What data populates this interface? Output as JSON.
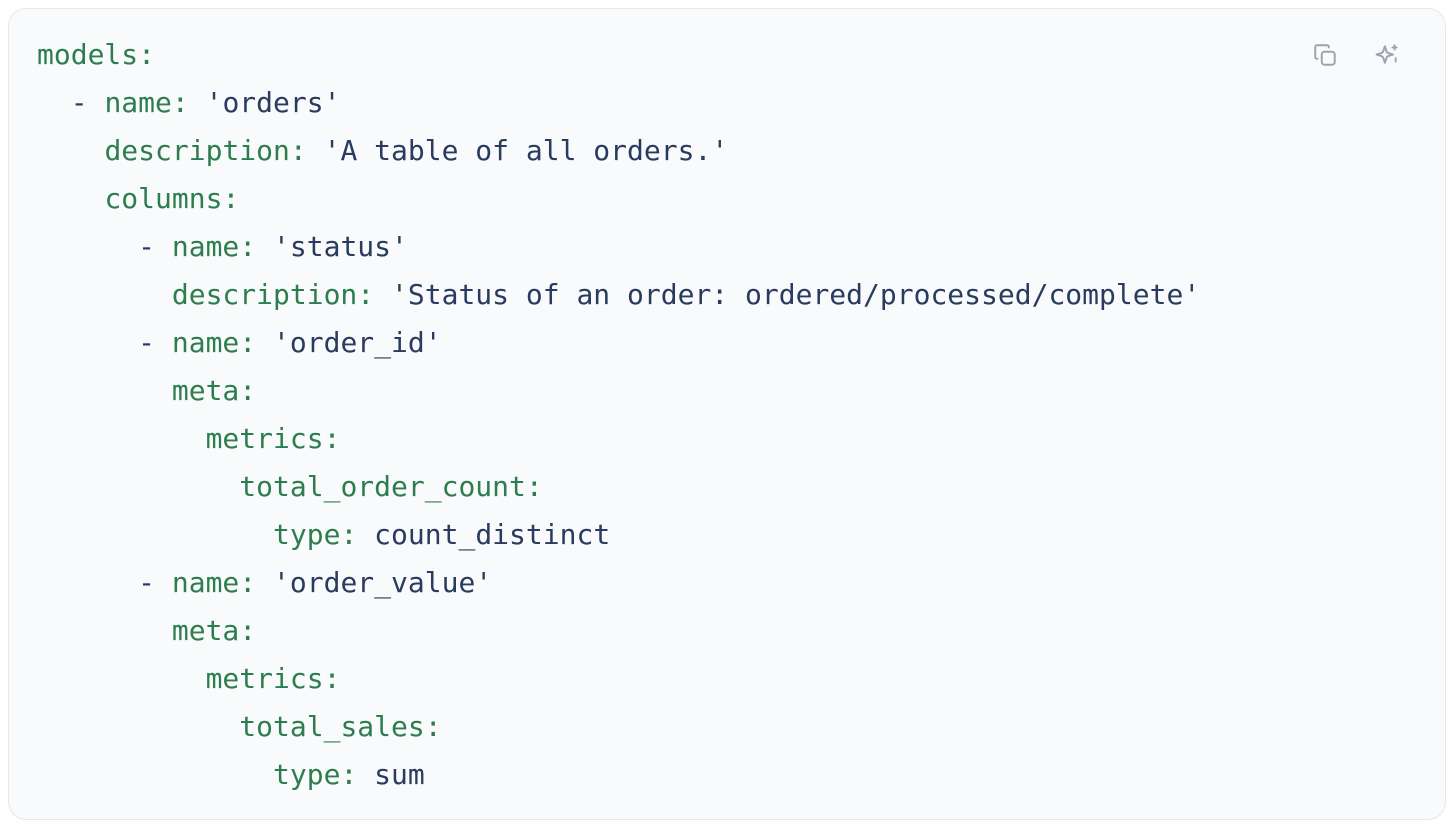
{
  "page": {
    "background": "#ffffff"
  },
  "card": {
    "background": "#f9fafb",
    "border_color": "#e5e7eb",
    "toolbar": {
      "copy_button": "copy-icon",
      "sparkle_button": "sparkle-icon"
    }
  },
  "colors": {
    "key": "#2e7d4f",
    "value": "#293b5e",
    "icon": "#9ca3af"
  },
  "code": {
    "language": "yaml",
    "lines": [
      [
        [
          "key",
          "models:"
        ]
      ],
      [
        [
          "punct",
          "  - "
        ],
        [
          "key",
          "name:"
        ],
        [
          "value",
          " 'orders'"
        ]
      ],
      [
        [
          "plain",
          "    "
        ],
        [
          "key",
          "description:"
        ],
        [
          "value",
          " 'A table of all orders.'"
        ]
      ],
      [
        [
          "plain",
          "    "
        ],
        [
          "key",
          "columns:"
        ]
      ],
      [
        [
          "punct",
          "      - "
        ],
        [
          "key",
          "name:"
        ],
        [
          "value",
          " 'status'"
        ]
      ],
      [
        [
          "plain",
          "        "
        ],
        [
          "key",
          "description:"
        ],
        [
          "value",
          " 'Status of an order: ordered/processed/complete'"
        ]
      ],
      [
        [
          "punct",
          "      - "
        ],
        [
          "key",
          "name:"
        ],
        [
          "value",
          " 'order_id'"
        ]
      ],
      [
        [
          "plain",
          "        "
        ],
        [
          "key",
          "meta:"
        ]
      ],
      [
        [
          "plain",
          "          "
        ],
        [
          "key",
          "metrics:"
        ]
      ],
      [
        [
          "plain",
          "            "
        ],
        [
          "key",
          "total_order_count:"
        ]
      ],
      [
        [
          "plain",
          "              "
        ],
        [
          "key",
          "type:"
        ],
        [
          "value",
          " count_distinct"
        ]
      ],
      [
        [
          "punct",
          "      - "
        ],
        [
          "key",
          "name:"
        ],
        [
          "value",
          " 'order_value'"
        ]
      ],
      [
        [
          "plain",
          "        "
        ],
        [
          "key",
          "meta:"
        ]
      ],
      [
        [
          "plain",
          "          "
        ],
        [
          "key",
          "metrics:"
        ]
      ],
      [
        [
          "plain",
          "            "
        ],
        [
          "key",
          "total_sales:"
        ]
      ],
      [
        [
          "plain",
          "              "
        ],
        [
          "key",
          "type:"
        ],
        [
          "value",
          " sum"
        ]
      ]
    ]
  }
}
